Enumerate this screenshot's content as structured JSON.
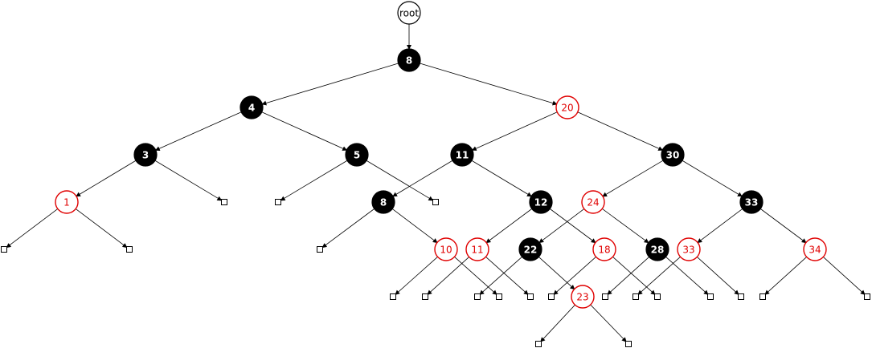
{
  "colors": {
    "black_node": "#000000",
    "red_node": "#e00000",
    "background": "#ffffff"
  },
  "root_label": "root",
  "nodes": [
    {
      "id": "n8",
      "label": "8",
      "color": "black"
    },
    {
      "id": "n4",
      "label": "4",
      "color": "black"
    },
    {
      "id": "n20",
      "label": "20",
      "color": "red"
    },
    {
      "id": "n3",
      "label": "3",
      "color": "black"
    },
    {
      "id": "n5",
      "label": "5",
      "color": "black"
    },
    {
      "id": "n11",
      "label": "11",
      "color": "black"
    },
    {
      "id": "n30",
      "label": "30",
      "color": "black"
    },
    {
      "id": "n1",
      "label": "1",
      "color": "red"
    },
    {
      "id": "n8b",
      "label": "8",
      "color": "black"
    },
    {
      "id": "n12",
      "label": "12",
      "color": "black"
    },
    {
      "id": "n24",
      "label": "24",
      "color": "red"
    },
    {
      "id": "n33",
      "label": "33",
      "color": "black"
    },
    {
      "id": "n10",
      "label": "10",
      "color": "red"
    },
    {
      "id": "n11b",
      "label": "11",
      "color": "red"
    },
    {
      "id": "n22",
      "label": "22",
      "color": "black"
    },
    {
      "id": "n18",
      "label": "18",
      "color": "red"
    },
    {
      "id": "n28",
      "label": "28",
      "color": "black"
    },
    {
      "id": "n33b",
      "label": "33",
      "color": "red"
    },
    {
      "id": "n34",
      "label": "34",
      "color": "red"
    },
    {
      "id": "n23",
      "label": "23",
      "color": "red"
    }
  ],
  "edges": [
    [
      "root",
      "n8"
    ],
    [
      "n8",
      "n4"
    ],
    [
      "n8",
      "n20"
    ],
    [
      "n4",
      "n3"
    ],
    [
      "n4",
      "n5"
    ],
    [
      "n20",
      "n11"
    ],
    [
      "n20",
      "n30"
    ],
    [
      "n3",
      "n1"
    ],
    [
      "n3",
      "l3r"
    ],
    [
      "n5",
      "l5l"
    ],
    [
      "n5",
      "l5r"
    ],
    [
      "n11",
      "n8b"
    ],
    [
      "n11",
      "n12"
    ],
    [
      "n30",
      "n24"
    ],
    [
      "n30",
      "n33"
    ],
    [
      "n1",
      "l1l"
    ],
    [
      "n1",
      "l1r"
    ],
    [
      "n8b",
      "l8bl"
    ],
    [
      "n8b",
      "n10"
    ],
    [
      "n12",
      "n11b"
    ],
    [
      "n12",
      "n18"
    ],
    [
      "n24",
      "n22"
    ],
    [
      "n24",
      "n28"
    ],
    [
      "n33",
      "n33b"
    ],
    [
      "n33",
      "n34"
    ],
    [
      "n10",
      "l10l"
    ],
    [
      "n10",
      "l10r"
    ],
    [
      "n11b",
      "l11bl"
    ],
    [
      "n11b",
      "l11br"
    ],
    [
      "n22",
      "l22l"
    ],
    [
      "n22",
      "n23"
    ],
    [
      "n18",
      "l18l"
    ],
    [
      "n18",
      "l18r"
    ],
    [
      "n28",
      "l28l"
    ],
    [
      "n28",
      "l28r"
    ],
    [
      "n33b",
      "l33bl"
    ],
    [
      "n33b",
      "l33br"
    ],
    [
      "n34",
      "l34l"
    ],
    [
      "n34",
      "l34r"
    ],
    [
      "n23",
      "l23l"
    ],
    [
      "n23",
      "l23r"
    ]
  ]
}
